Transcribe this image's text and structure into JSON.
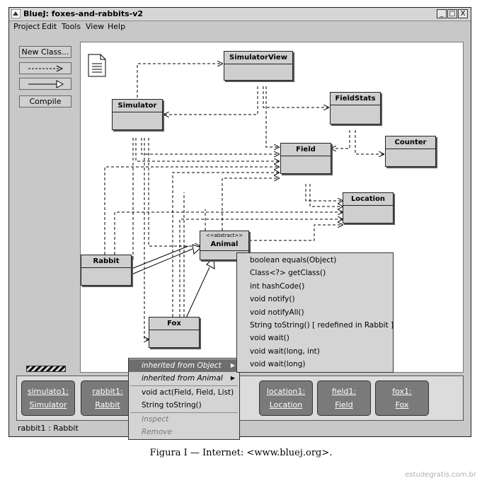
{
  "window": {
    "title": "BlueJ:  foxes-and-rabbits-v2",
    "controls": {
      "minimize": "_",
      "maximize": "□",
      "close": "X"
    }
  },
  "menubar": [
    "Project",
    "Edit",
    "Tools",
    "View",
    "Help"
  ],
  "toolbar": {
    "new_class": "New Class...",
    "dependency_arrow": "- - - >",
    "inheritance_arrow": "——▷",
    "compile": "Compile"
  },
  "classes": {
    "simulatorview": "SimulatorView",
    "simulator": "Simulator",
    "fieldstats": "FieldStats",
    "counter": "Counter",
    "field": "Field",
    "location": "Location",
    "animal_stereotype": "<<abstract>>",
    "animal": "Animal",
    "rabbit": "Rabbit",
    "fox": "Fox"
  },
  "object_bench": [
    {
      "name": "simulato1:",
      "class": "Simulator"
    },
    {
      "name": "rabbit1:",
      "class": "Rabbit"
    },
    {
      "name": "location1:",
      "class": "Location"
    },
    {
      "name": "field1:",
      "class": "Field"
    },
    {
      "name": "fox1:",
      "class": "Fox"
    }
  ],
  "status": "rabbit1 : Rabbit",
  "context_menu": {
    "inherited_object": "inherited from Object",
    "inherited_animal": "inherited from Animal",
    "act": "void act(Field, Field, List)",
    "to_string": "String toString()",
    "inspect": "Inspect",
    "remove": "Remove",
    "submenu_arrow": "▶"
  },
  "submenu_items": [
    "boolean equals(Object)",
    "Class<?> getClass()",
    "int hashCode()",
    "void notify()",
    "void notifyAll()",
    "String toString()   [ redefined in Rabbit ]",
    "void wait()",
    "void wait(long, int)",
    "void wait(long)"
  ],
  "caption": "Figura I — Internet: <www.bluej.org>.",
  "watermark": "estudegratis.com.br"
}
